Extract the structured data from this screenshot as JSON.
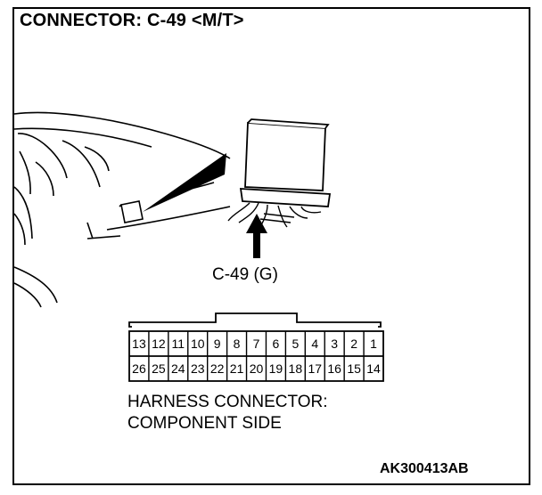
{
  "title": "CONNECTOR: C-49 <M/T>",
  "connector_label": "C-49 (G)",
  "caption_line1": "HARNESS CONNECTOR:",
  "caption_line2": "COMPONENT SIDE",
  "figure_code": "AK300413AB",
  "pins_top": [
    "13",
    "12",
    "11",
    "10",
    "9",
    "8",
    "7",
    "6",
    "5",
    "4",
    "3",
    "2",
    "1"
  ],
  "pins_bottom": [
    "26",
    "25",
    "24",
    "23",
    "22",
    "21",
    "20",
    "19",
    "18",
    "17",
    "16",
    "15",
    "14"
  ]
}
